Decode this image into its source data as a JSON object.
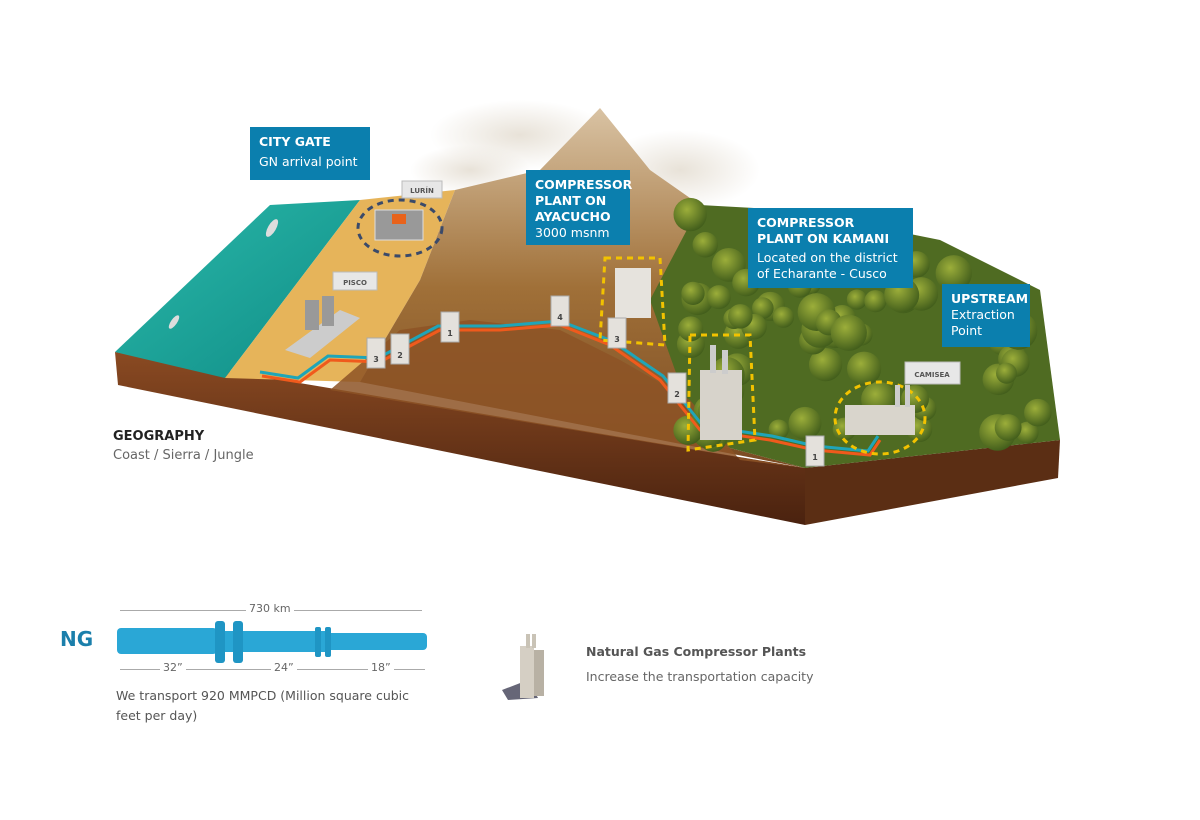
{
  "callouts": {
    "city_gate": {
      "title": "CITY GATE",
      "subtitle": "GN arrival point"
    },
    "ayacucho": {
      "title": "COMPRESSOR PLANT ON AYACUCHO",
      "subtitle": "3000 msnm"
    },
    "kamani": {
      "title": "COMPRESSOR PLANT ON KAMANI",
      "subtitle": "Located on the district of Echarante - Cusco"
    },
    "upstream": {
      "title": "UPSTREAM",
      "subtitle": "Extraction Point"
    }
  },
  "signs": {
    "lurin": "LURÍN",
    "pisco": "PISCO",
    "camisea": "CAMISEA"
  },
  "markers": [
    "3",
    "2",
    "1",
    "4",
    "3",
    "2",
    "1"
  ],
  "geography": {
    "title": "GEOGRAPHY",
    "subtitle": "Coast / Sierra / Jungle"
  },
  "pipe": {
    "label": "NG",
    "length": "730 km",
    "diameters": [
      "32”",
      "24”",
      "18”"
    ],
    "transport": "We transport 920 MMPCD (Million square cubic feet per day)"
  },
  "legend": {
    "title": "Natural Gas Compressor Plants",
    "subtitle": "Increase the transportation capacity"
  },
  "colors": {
    "callout": "#0b7fae",
    "pipe": "#2aa7d6",
    "ocean": "#1aa79a",
    "dashed_outline": "#f2c200"
  }
}
